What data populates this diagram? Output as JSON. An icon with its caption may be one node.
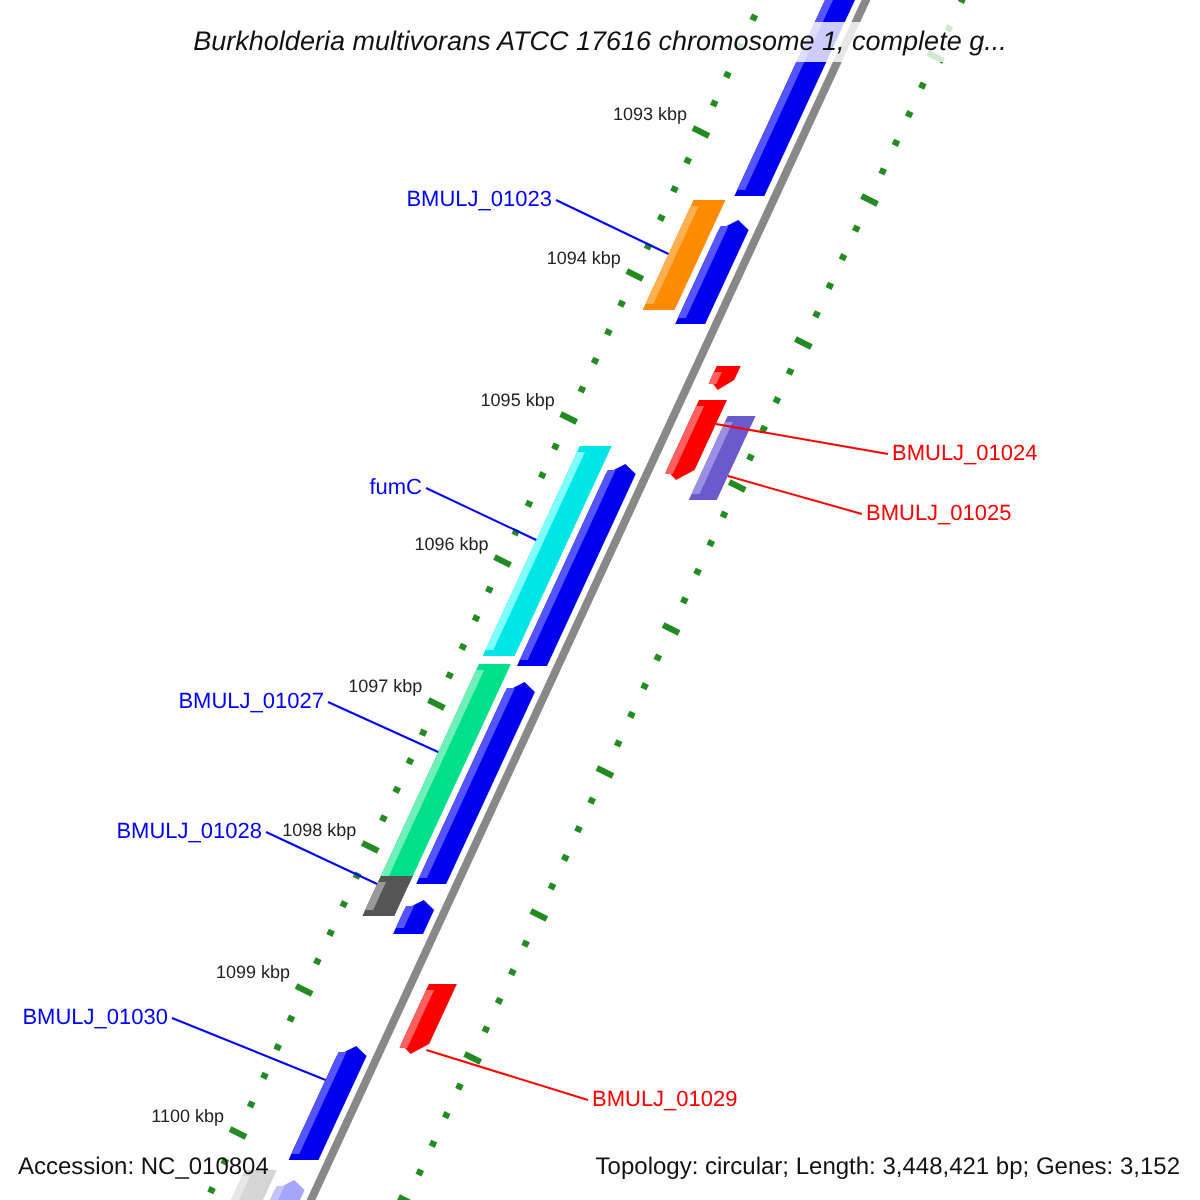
{
  "diagram": {
    "title": "Burkholderia multivorans ATCC 17616 chromosome 1, complete g...",
    "nodes": [
      {
        "text": [
          "BMULJ_01023"
        ]
      },
      {
        "text": [],
        "shape": "bar"
      },
      {
        "text": [
          "BMULJ_01024"
        ]
      },
      {
        "text": [],
        "shape": "bar"
      },
      {
        "text": [
          "BMULJ_01025"
        ]
      },
      {
        "text": [],
        "shape": "bar"
      },
      {
        "text": [
          "fumC"
        ]
      },
      {
        "text": [],
        "shape": "bar"
      },
      {
        "text": [
          "BMULJ_01027"
        ]
      },
      {
        "text": [],
        "shape": "bar"
      },
      {
        "text": [
          "BMULJ_01028"
        ]
      },
      {
        "text": [],
        "shape": "bar"
      },
      {
        "text": [
          "BMULJ_01030"
        ]
      },
      {
        "text": [],
        "shape": "bar"
      },
      {
        "text": [
          "BMULJ_01029"
        ]
      },
      {
        "text": [],
        "shape": "bar"
      }
    ],
    "edges": [
      {
        "from": 0,
        "to": 1,
        "arrow": "none"
      },
      {
        "from": 2,
        "to": 3,
        "arrow": "none",
        "color": "#ff0000"
      },
      {
        "from": 4,
        "to": 5,
        "arrow": "none",
        "color": "#ff0000"
      },
      {
        "from": 6,
        "to": 7,
        "arrow": "none"
      },
      {
        "from": 8,
        "to": 9,
        "arrow": "none"
      },
      {
        "from": 10,
        "to": 11,
        "arrow": "none"
      },
      {
        "from": 12,
        "to": 13,
        "arrow": "none"
      },
      {
        "from": 14,
        "to": 15,
        "arrow": "none",
        "color": "#ff0000"
      }
    ],
    "labels": [
      "1093 kbp",
      "1094 kbp",
      "1095 kbp",
      "1096 kbp",
      "1097 kbp",
      "1098 kbp",
      "1099 kbp",
      "1100 kbp",
      "Accession: NC_010804",
      "Topology: circular; Length: 3,448,421 bp; Genes: 3,152"
    ]
  }
}
